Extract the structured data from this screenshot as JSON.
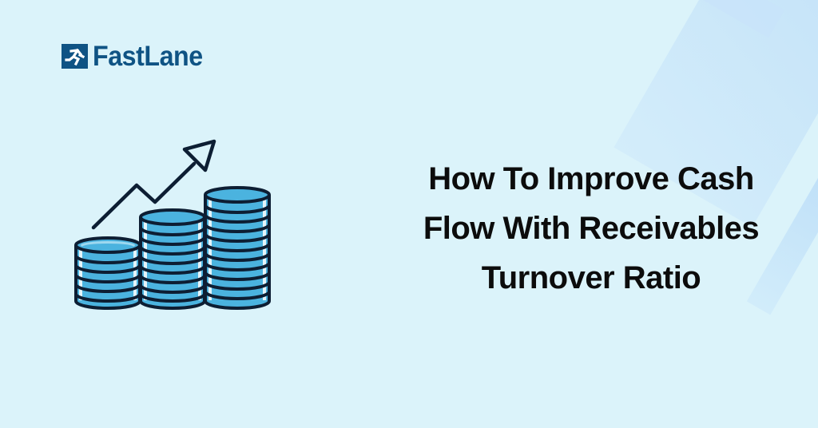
{
  "brand": {
    "name": "FastLane",
    "icon": "running-figure-icon",
    "color": "#0f5384"
  },
  "headline": {
    "lines": [
      "How To Improve Cash",
      "Flow With Receivables",
      "Turnover Ratio"
    ]
  },
  "illustration": {
    "icon": "coin-stacks-growth-arrow-icon",
    "stroke_color": "#0d1e33",
    "fill_color": "#4bb3df",
    "highlight_color": "#e4f5fb"
  },
  "colors": {
    "background": "#dbf3fa",
    "text": "#0c0c0c"
  }
}
